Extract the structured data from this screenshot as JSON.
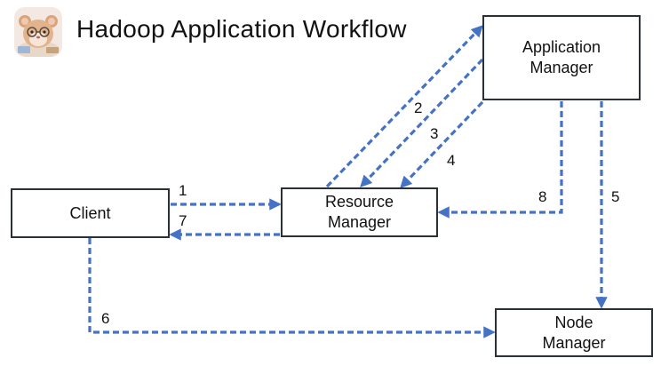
{
  "title": "Hadoop Application Workflow",
  "colors": {
    "arrow": "#4472c4",
    "node_border": "#2b3036"
  },
  "logo": {
    "icon": "hamster-scientist-icon"
  },
  "nodes": {
    "application_manager": {
      "line1": "Application",
      "line2": "Manager"
    },
    "resource_manager": {
      "line1": "Resource",
      "line2": "Manager"
    },
    "client": {
      "line1": "Client"
    },
    "node_manager": {
      "line1": "Node",
      "line2": "Manager"
    }
  },
  "edges": [
    {
      "label": "1",
      "from": "Client",
      "to": "Resource Manager"
    },
    {
      "label": "2",
      "from": "Resource Manager",
      "to": "Application Manager"
    },
    {
      "label": "3",
      "from": "Application Manager",
      "to": "Resource Manager"
    },
    {
      "label": "4",
      "from": "Application Manager",
      "to": "Resource Manager"
    },
    {
      "label": "5",
      "from": "Application Manager",
      "to": "Node Manager"
    },
    {
      "label": "6",
      "from": "Client",
      "to": "Node Manager"
    },
    {
      "label": "7",
      "from": "Resource Manager",
      "to": "Client"
    },
    {
      "label": "8",
      "from": "Application Manager",
      "to": "Resource Manager"
    }
  ]
}
